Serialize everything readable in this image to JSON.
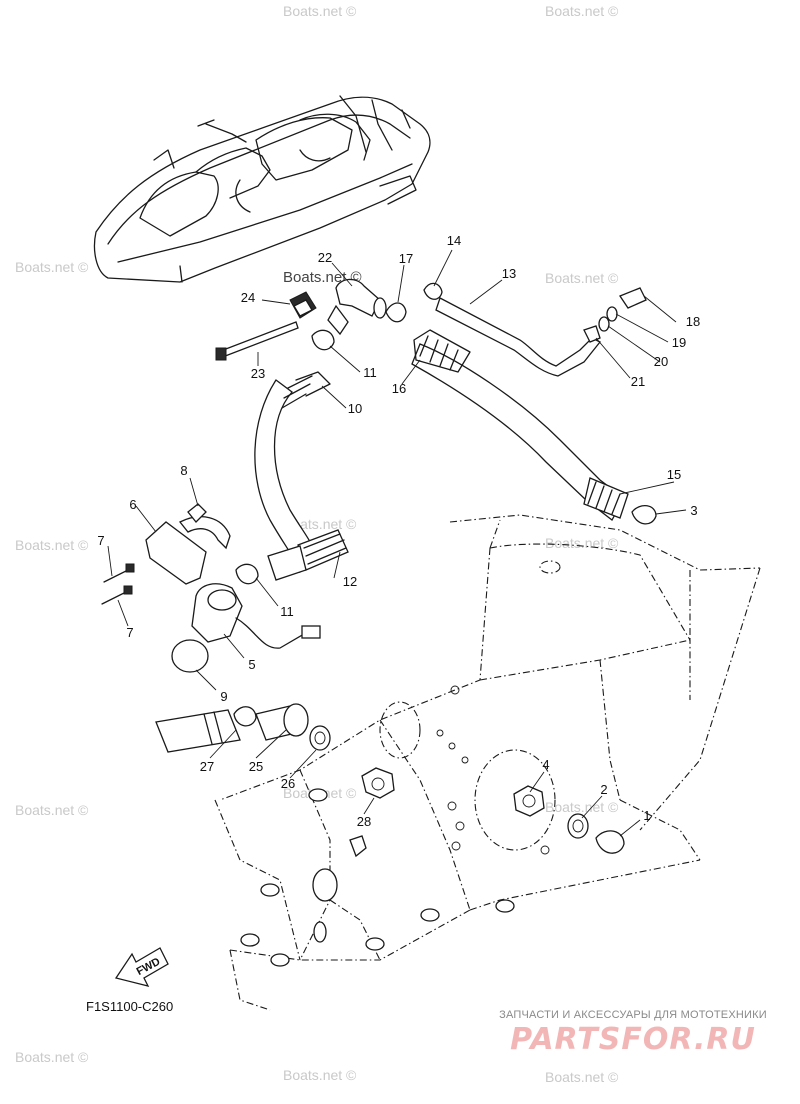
{
  "diagram_code": "F1S1100-C260",
  "fwd_label": "FWD",
  "watermark_text": "Boats.net ©",
  "watermark_primary": "Boats.net ©",
  "brand": {
    "tagline": "ЗАПЧАСТИ И АКСЕССУАРЫ ДЛЯ МОТОТЕХНИКИ",
    "logo": "PARTSFOR.RU",
    "logo_color": "#f2b6b6"
  },
  "callouts": [
    {
      "id": "c1",
      "label": "1"
    },
    {
      "id": "c2",
      "label": "2"
    },
    {
      "id": "c3",
      "label": "3"
    },
    {
      "id": "c4",
      "label": "4"
    },
    {
      "id": "c5",
      "label": "5"
    },
    {
      "id": "c6",
      "label": "6"
    },
    {
      "id": "c7a",
      "label": "7"
    },
    {
      "id": "c7b",
      "label": "7"
    },
    {
      "id": "c8",
      "label": "8"
    },
    {
      "id": "c9",
      "label": "9"
    },
    {
      "id": "c10",
      "label": "10"
    },
    {
      "id": "c11a",
      "label": "11"
    },
    {
      "id": "c11b",
      "label": "11"
    },
    {
      "id": "c12",
      "label": "12"
    },
    {
      "id": "c13",
      "label": "13"
    },
    {
      "id": "c14",
      "label": "14"
    },
    {
      "id": "c15",
      "label": "15"
    },
    {
      "id": "c16",
      "label": "16"
    },
    {
      "id": "c17",
      "label": "17"
    },
    {
      "id": "c18",
      "label": "18"
    },
    {
      "id": "c19",
      "label": "19"
    },
    {
      "id": "c20",
      "label": "20"
    },
    {
      "id": "c21",
      "label": "21"
    },
    {
      "id": "c22",
      "label": "22"
    },
    {
      "id": "c23",
      "label": "23"
    },
    {
      "id": "c24",
      "label": "24"
    },
    {
      "id": "c25",
      "label": "25"
    },
    {
      "id": "c26",
      "label": "26"
    },
    {
      "id": "c27",
      "label": "27"
    },
    {
      "id": "c28",
      "label": "28"
    }
  ]
}
